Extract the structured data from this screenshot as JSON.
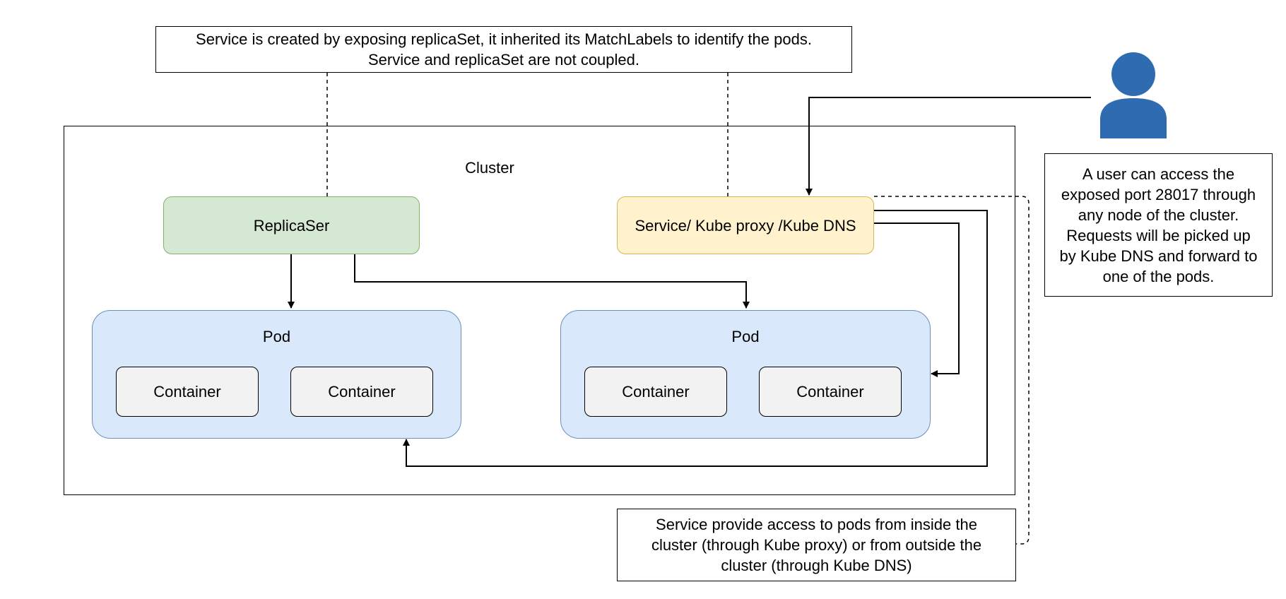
{
  "diagram": {
    "notes": {
      "service_creation": "Service is created by exposing replicaSet, it inherited its MatchLabels to identify the pods.\nService and replicaSet are not coupled.",
      "user_access": "A user can access the\nexposed port 28017 through\nany node of the cluster.\nRequests will be picked up\nby Kube DNS and forward to\none of the pods.",
      "service_access": "Service provide access to pods from inside the\ncluster (through Kube proxy) or from outside the\ncluster (through Kube DNS)"
    },
    "cluster": {
      "label": "Cluster"
    },
    "replicaset": {
      "label": "ReplicaSer"
    },
    "service": {
      "label": "Service/ Kube proxy /Kube DNS"
    },
    "pods": [
      {
        "label": "Pod",
        "containers": [
          {
            "label": "Container"
          },
          {
            "label": "Container"
          }
        ]
      },
      {
        "label": "Pod",
        "containers": [
          {
            "label": "Container"
          },
          {
            "label": "Container"
          }
        ]
      }
    ],
    "user": {
      "icon": "user-icon",
      "color": "#2f6bb0"
    },
    "colors": {
      "replicaset_fill": "#d5e8d4",
      "replicaset_stroke": "#82b366",
      "service_fill": "#fff2cc",
      "service_stroke": "#d6b656",
      "pod_fill": "#dae8fc",
      "pod_stroke": "#6c8ebf",
      "container_fill": "#f2f2f2"
    }
  }
}
